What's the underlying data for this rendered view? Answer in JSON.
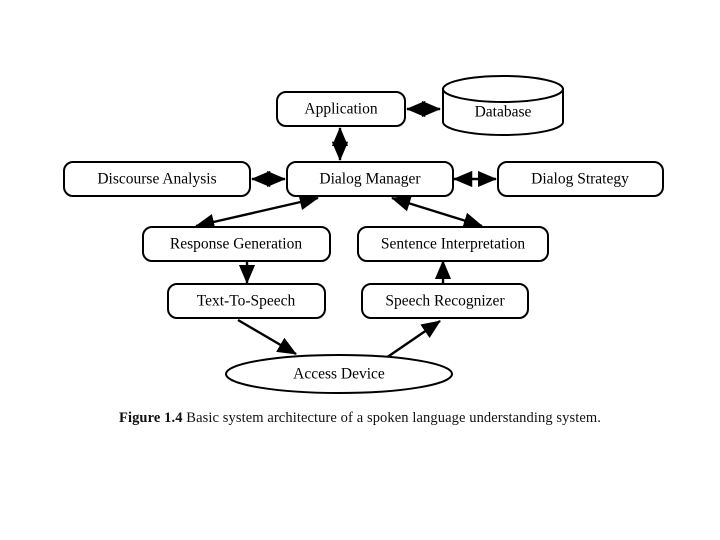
{
  "figure": {
    "caption_label": "Figure 1.4",
    "caption_text": "Basic system architecture of a spoken language understanding system.",
    "background_color": "#ffffff",
    "line_color": "#000000"
  },
  "nodes": [
    {
      "id": "application",
      "label": "Application",
      "shape": "rounded-rect"
    },
    {
      "id": "database",
      "label": "Database",
      "shape": "cylinder"
    },
    {
      "id": "discourse-analysis",
      "label": "Discourse Analysis",
      "shape": "rounded-rect"
    },
    {
      "id": "dialog-manager",
      "label": "Dialog Manager",
      "shape": "rounded-rect"
    },
    {
      "id": "dialog-strategy",
      "label": "Dialog Strategy",
      "shape": "rounded-rect"
    },
    {
      "id": "response-generation",
      "label": "Response Generation",
      "shape": "rounded-rect"
    },
    {
      "id": "sentence-interpretation",
      "label": "Sentence Interpretation",
      "shape": "rounded-rect"
    },
    {
      "id": "text-to-speech",
      "label": "Text-To-Speech",
      "shape": "rounded-rect"
    },
    {
      "id": "speech-recognizer",
      "label": "Speech Recognizer",
      "shape": "rounded-rect"
    },
    {
      "id": "access-device",
      "label": "Access Device",
      "shape": "ellipse"
    }
  ],
  "edges": [
    {
      "id": "application-database",
      "from": "application",
      "to": "database",
      "direction": "bidirectional"
    },
    {
      "id": "dialog-manager-application",
      "from": "dialog-manager",
      "to": "application",
      "direction": "bidirectional"
    },
    {
      "id": "discourse-analysis-dialog-manager",
      "from": "discourse-analysis",
      "to": "dialog-manager",
      "direction": "bidirectional"
    },
    {
      "id": "dialog-manager-dialog-strategy",
      "from": "dialog-manager",
      "to": "dialog-strategy",
      "direction": "bidirectional"
    },
    {
      "id": "dialog-manager-response-generation",
      "from": "dialog-manager",
      "to": "response-generation",
      "direction": "bidirectional"
    },
    {
      "id": "dialog-manager-sentence-interpretation",
      "from": "dialog-manager",
      "to": "sentence-interpretation",
      "direction": "bidirectional"
    },
    {
      "id": "response-generation-text-to-speech",
      "from": "response-generation",
      "to": "text-to-speech",
      "direction": "forward"
    },
    {
      "id": "speech-recognizer-sentence-interpretation",
      "from": "speech-recognizer",
      "to": "sentence-interpretation",
      "direction": "forward"
    },
    {
      "id": "text-to-speech-access-device",
      "from": "text-to-speech",
      "to": "access-device",
      "direction": "forward"
    },
    {
      "id": "access-device-speech-recognizer",
      "from": "access-device",
      "to": "speech-recognizer",
      "direction": "forward"
    }
  ]
}
